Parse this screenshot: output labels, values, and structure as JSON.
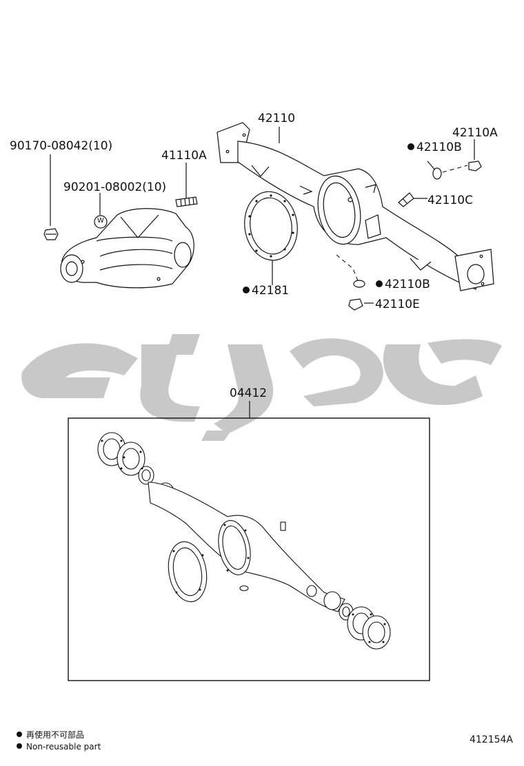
{
  "parts": {
    "p42110": "42110",
    "p42110a": "42110A",
    "p42110b_top": "42110B",
    "p42110c": "42110C",
    "p90170": "90170-08042(10)",
    "p41110a": "41110A",
    "p90201": "90201-08002(10)",
    "p42181": "42181",
    "p42110b_bottom": "42110B",
    "p42110e": "42110E",
    "p04412": "04412",
    "w_mark": "W"
  },
  "legend": {
    "line1": "再使用不可部品",
    "line2": "Non-reusable part"
  },
  "figure_number": "412154A",
  "colors": {
    "ink": "#111111",
    "watermark": "#c8c8c8"
  }
}
